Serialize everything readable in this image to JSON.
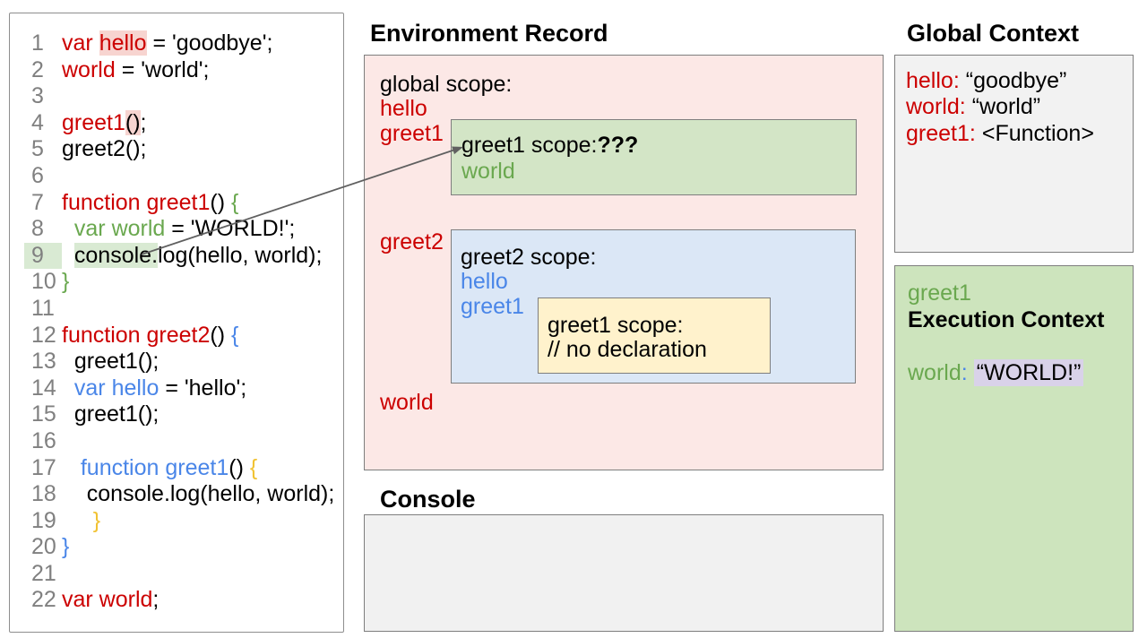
{
  "colors": {
    "red": "#cc0000",
    "green": "#6aa84f",
    "blue": "#4a86e8",
    "yellow": "#f1c232",
    "pink_box": "#fce8e6",
    "green_scope_box": "#d3e5c6",
    "blue_scope_box": "#dbe7f6",
    "yellow_scope_box": "#fff2cc",
    "exec_box": "#cde4bd",
    "purple_highlight": "#d9d2e9"
  },
  "code": {
    "lines": [
      {
        "n": "1",
        "t": [
          [
            "var ",
            "red"
          ],
          [
            "hello",
            "red",
            "pink"
          ],
          [
            " = 'goodbye';",
            "black"
          ]
        ]
      },
      {
        "n": "2",
        "t": [
          [
            "world",
            "red"
          ],
          [
            " = 'world';",
            "black"
          ]
        ]
      },
      {
        "n": "3",
        "t": []
      },
      {
        "n": "4",
        "t": [
          [
            "greet1",
            "red"
          ],
          [
            "()",
            "black",
            "pink"
          ],
          [
            ";",
            "black"
          ]
        ]
      },
      {
        "n": "5",
        "t": [
          [
            "greet2();",
            "black"
          ]
        ]
      },
      {
        "n": "6",
        "t": []
      },
      {
        "n": "7",
        "t": [
          [
            "function greet1",
            "red"
          ],
          [
            "() ",
            "black"
          ],
          [
            "{",
            "green"
          ]
        ]
      },
      {
        "n": "8",
        "t": [
          [
            "  var world",
            "green"
          ],
          [
            " = 'WORLD!';",
            "black"
          ]
        ]
      },
      {
        "n": "9",
        "hl": true,
        "t": [
          [
            "  ",
            "black"
          ],
          [
            "console.",
            "black",
            "green"
          ],
          [
            "log(hello, world);",
            "black"
          ]
        ]
      },
      {
        "n": "10",
        "t": [
          [
            "}",
            "green"
          ]
        ]
      },
      {
        "n": "11",
        "t": []
      },
      {
        "n": "12",
        "t": [
          [
            "function greet2",
            "red"
          ],
          [
            "() ",
            "black"
          ],
          [
            "{",
            "blue"
          ]
        ]
      },
      {
        "n": "13",
        "t": [
          [
            "  greet1();",
            "black"
          ]
        ]
      },
      {
        "n": "14",
        "t": [
          [
            "  var hello",
            "blue"
          ],
          [
            " = 'hello';",
            "black"
          ]
        ]
      },
      {
        "n": "15",
        "t": [
          [
            "  greet1();",
            "black"
          ]
        ]
      },
      {
        "n": "16",
        "t": []
      },
      {
        "n": "17",
        "t": [
          [
            "   ",
            "black"
          ],
          [
            "function greet1",
            "blue"
          ],
          [
            "() ",
            "black"
          ],
          [
            "{",
            "yellow"
          ]
        ]
      },
      {
        "n": "18",
        "t": [
          [
            "    console.log(hello, world);",
            "black"
          ]
        ]
      },
      {
        "n": "19",
        "t": [
          [
            "     }",
            "yellow"
          ]
        ]
      },
      {
        "n": "20",
        "t": [
          [
            "}",
            "blue"
          ]
        ]
      },
      {
        "n": "21",
        "t": []
      },
      {
        "n": "22",
        "t": [
          [
            "var world",
            "red"
          ],
          [
            ";",
            "black"
          ]
        ]
      }
    ]
  },
  "env": {
    "title": "Environment Record",
    "global_scope": {
      "label": "global scope:",
      "var1": "hello",
      "var2": "greet1",
      "var3": "greet2",
      "var4": "world"
    },
    "greet1_scope": {
      "label": "greet1 scope:",
      "unknown": "???",
      "var1": "world"
    },
    "greet2_scope": {
      "label": "greet2 scope:",
      "var1": "hello",
      "var2": "greet1"
    },
    "greet1_inner_scope": {
      "label": "greet1 scope:",
      "comment": "// no declaration"
    }
  },
  "console_panel": {
    "title": "Console"
  },
  "global_context": {
    "title": "Global Context",
    "entries": [
      {
        "name": "hello:",
        "value": "“goodbye”"
      },
      {
        "name": "world:",
        "value": "“world”"
      },
      {
        "name": "greet1:",
        "value": "<Function>"
      }
    ]
  },
  "execution_context": {
    "func_name": "greet1",
    "title": "Execution Context",
    "var_name": "world",
    "colon": ":",
    "value": "“WORLD!”"
  }
}
